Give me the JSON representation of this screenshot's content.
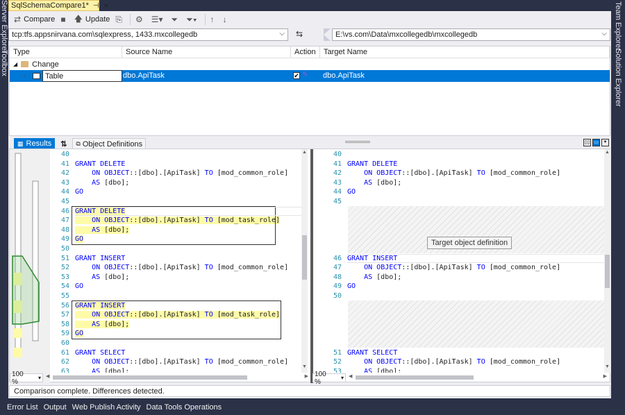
{
  "side": {
    "left_tabs": [
      "Server Explorer",
      "Toolbox"
    ],
    "right_tabs": [
      "Team Explorer",
      "Solution Explorer"
    ]
  },
  "doc_tab": {
    "title": "SqlSchemaCompare1*",
    "pin": "⊣",
    "close": "×"
  },
  "toolbar": {
    "compare": "Compare",
    "update": "Update"
  },
  "paths": {
    "source": "tcp:tfs.appsnirvana.com\\sqlexpress, 1433.mxcollegedb",
    "target": "E:\\vs.com\\Data\\mxcollegedb\\mxcollegedb"
  },
  "grid": {
    "headers": [
      "Type",
      "Source Name",
      "Action",
      "Target Name"
    ],
    "group": "Change",
    "row": {
      "type": "Table",
      "source": "dbo.ApiTask",
      "target": "dbo.ApiTask",
      "checked": "✔"
    }
  },
  "bottom_tabs": {
    "results": "Results",
    "objdefs": "Object Definitions"
  },
  "editor": {
    "tooltip": "Target object definition",
    "zoom_left": "100 %",
    "zoom_right": "100 %",
    "left_lines": [
      {
        "n": "40",
        "t": ""
      },
      {
        "n": "41",
        "t": "GRANT DELETE"
      },
      {
        "n": "42",
        "t": "    ON OBJECT::[dbo].[ApiTask] TO [mod_common_role]"
      },
      {
        "n": "43",
        "t": "    AS [dbo];"
      },
      {
        "n": "44",
        "t": "GO"
      },
      {
        "n": "45",
        "t": ""
      },
      {
        "n": "46",
        "t": "GRANT DELETE"
      },
      {
        "n": "47",
        "t": "    ON OBJECT::[dbo].[ApiTask] TO [mod_task_role]"
      },
      {
        "n": "48",
        "t": "    AS [dbo];"
      },
      {
        "n": "49",
        "t": "GO"
      },
      {
        "n": "50",
        "t": ""
      },
      {
        "n": "51",
        "t": "GRANT INSERT"
      },
      {
        "n": "52",
        "t": "    ON OBJECT::[dbo].[ApiTask] TO [mod_common_role]"
      },
      {
        "n": "53",
        "t": "    AS [dbo];"
      },
      {
        "n": "54",
        "t": "GO"
      },
      {
        "n": "55",
        "t": ""
      },
      {
        "n": "56",
        "t": "GRANT INSERT"
      },
      {
        "n": "57",
        "t": "    ON OBJECT::[dbo].[ApiTask] TO [mod_task_role]"
      },
      {
        "n": "58",
        "t": "    AS [dbo];"
      },
      {
        "n": "59",
        "t": "GO"
      },
      {
        "n": "60",
        "t": ""
      },
      {
        "n": "61",
        "t": "GRANT SELECT"
      },
      {
        "n": "62",
        "t": "    ON OBJECT::[dbo].[ApiTask] TO [mod_common_role]"
      },
      {
        "n": "63",
        "t": "    AS [dbo];"
      }
    ],
    "right_lines": [
      {
        "n": "40",
        "t": ""
      },
      {
        "n": "41",
        "t": "GRANT DELETE"
      },
      {
        "n": "42",
        "t": "    ON OBJECT::[dbo].[ApiTask] TO [mod_common_role]"
      },
      {
        "n": "43",
        "t": "    AS [dbo];"
      },
      {
        "n": "44",
        "t": "GO"
      },
      {
        "n": "45",
        "t": ""
      },
      {
        "n": "",
        "t": ""
      },
      {
        "n": "",
        "t": ""
      },
      {
        "n": "",
        "t": ""
      },
      {
        "n": "",
        "t": ""
      },
      {
        "n": "",
        "t": ""
      },
      {
        "n": "46",
        "t": "GRANT INSERT"
      },
      {
        "n": "47",
        "t": "    ON OBJECT::[dbo].[ApiTask] TO [mod_common_role]"
      },
      {
        "n": "48",
        "t": "    AS [dbo];"
      },
      {
        "n": "49",
        "t": "GO"
      },
      {
        "n": "50",
        "t": ""
      },
      {
        "n": "",
        "t": ""
      },
      {
        "n": "",
        "t": ""
      },
      {
        "n": "",
        "t": ""
      },
      {
        "n": "",
        "t": ""
      },
      {
        "n": "",
        "t": ""
      },
      {
        "n": "51",
        "t": "GRANT SELECT"
      },
      {
        "n": "52",
        "t": "    ON OBJECT::[dbo].[ApiTask] TO [mod_common_role]"
      },
      {
        "n": "53",
        "t": "    AS [dbo];"
      }
    ]
  },
  "status": "Comparison complete.  Differences detected.",
  "tool_tabs": [
    "Error List",
    "Output",
    "Web Publish Activity",
    "Data Tools Operations"
  ],
  "colors": {
    "accent": "#0078d7",
    "diff_highlight": "#fefba8",
    "frame": "#2b3147",
    "tab_active": "#fdf1a8"
  }
}
